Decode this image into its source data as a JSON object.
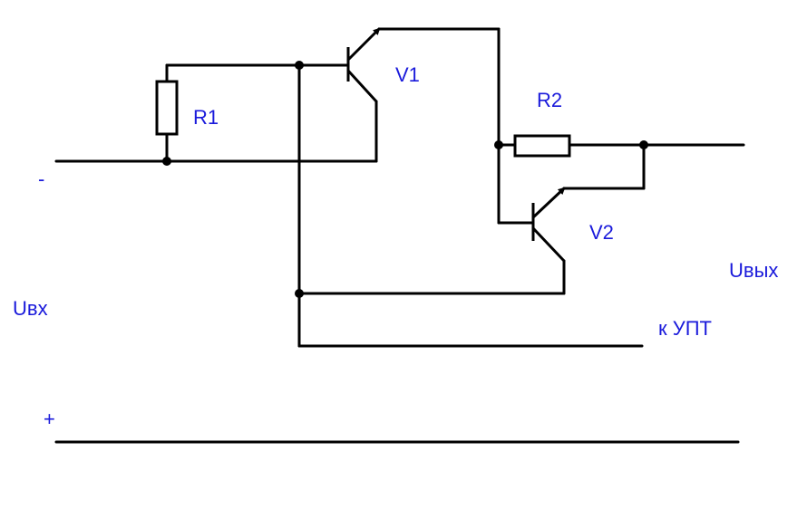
{
  "labels": {
    "r1": "R1",
    "r2": "R2",
    "v1": "V1",
    "v2": "V2",
    "input_voltage": "Uвх",
    "output_voltage": "Uвых",
    "minus": "-",
    "plus": "+",
    "to_upt": "к УПТ"
  },
  "colors": {
    "wire": "#000000",
    "label": "#1a1adb",
    "background": "#ffffff"
  }
}
